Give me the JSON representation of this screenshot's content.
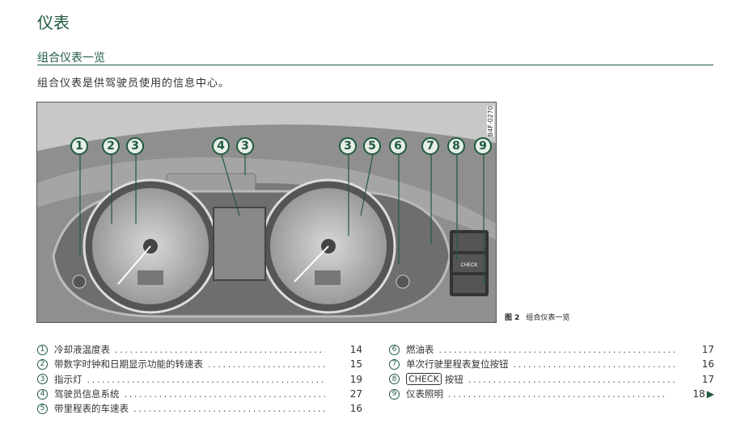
{
  "header": {
    "title": "仪表",
    "section": "组合仪表一览",
    "intro": "组合仪表是供驾驶员使用的信息中心。"
  },
  "figure": {
    "code": "B4F-0270",
    "caption_num": "图 2",
    "caption_text": "组合仪表一览",
    "callouts": [
      "1",
      "2",
      "3",
      "4",
      "3",
      "3",
      "5",
      "6",
      "7",
      "8",
      "9"
    ],
    "panel": {
      "check": "CHECK"
    }
  },
  "items": [
    {
      "num": "1",
      "label": "冷却液温度表",
      "page": "14"
    },
    {
      "num": "2",
      "label": "带数字时钟和日期显示功能的转速表",
      "page": "15"
    },
    {
      "num": "3",
      "label": "指示灯",
      "page": "19"
    },
    {
      "num": "4",
      "label": "驾驶员信息系统",
      "page": "27"
    },
    {
      "num": "5",
      "label": "带里程表的车速表",
      "page": "16"
    },
    {
      "num": "6",
      "label": "燃油表",
      "page": "17"
    },
    {
      "num": "7",
      "label": "单次行驶里程表复位按钮",
      "page": "16"
    },
    {
      "num": "8",
      "check": "CHECK",
      "label": "按钮",
      "page": "17"
    },
    {
      "num": "9",
      "label": "仪表照明",
      "page": "18"
    }
  ],
  "colors": {
    "accent": "#1f5a3f"
  }
}
